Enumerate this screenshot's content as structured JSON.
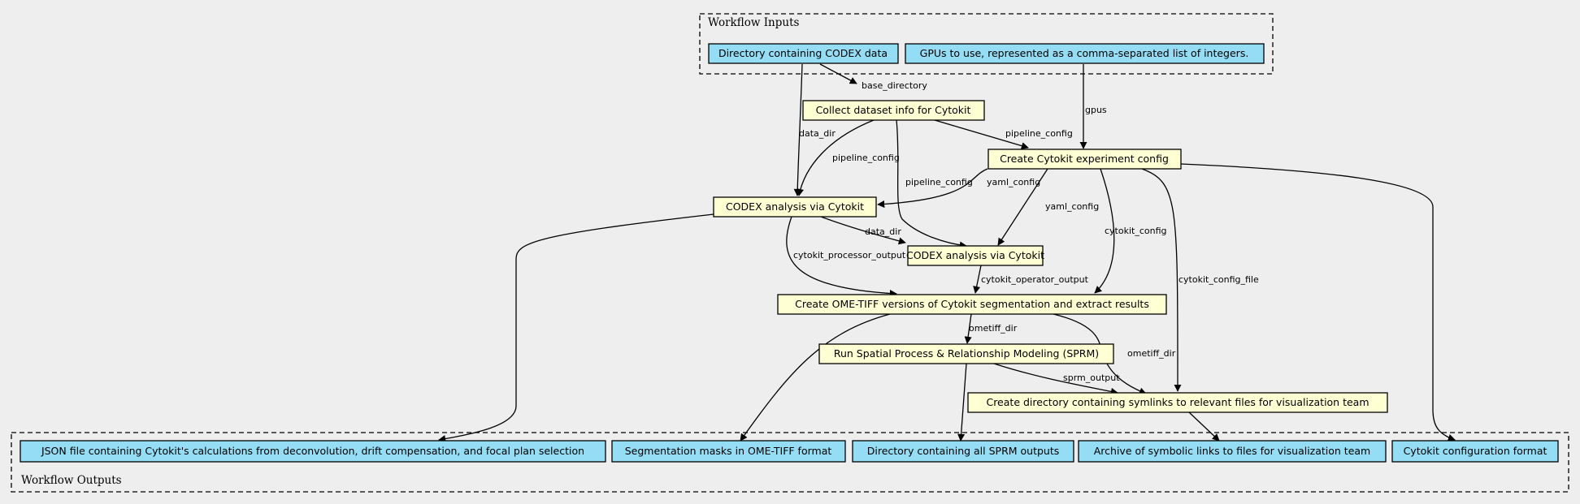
{
  "clusters": {
    "inputs": {
      "label": "Workflow Inputs"
    },
    "outputs": {
      "label": "Workflow Outputs"
    }
  },
  "colors": {
    "io_fill": "#94ddf4",
    "step_fill": "#ffffd4",
    "background": "#eeeeee"
  },
  "inputs": [
    {
      "id": "in_data",
      "label": "Directory containing CODEX data"
    },
    {
      "id": "in_gpus",
      "label": "GPUs to use, represented as a comma-separated list of integers."
    }
  ],
  "steps": [
    {
      "id": "collect",
      "label": "Collect dataset info for Cytokit"
    },
    {
      "id": "create_config",
      "label": "Create Cytokit experiment config"
    },
    {
      "id": "codex1",
      "label": "CODEX analysis via Cytokit"
    },
    {
      "id": "codex2",
      "label": "CODEX analysis via Cytokit"
    },
    {
      "id": "ometiff",
      "label": "Create OME-TIFF versions of Cytokit segmentation and extract results"
    },
    {
      "id": "sprm",
      "label": "Run Spatial Process & Relationship Modeling (SPRM)"
    },
    {
      "id": "symlinks",
      "label": "Create directory containing symlinks to relevant files for visualization team"
    }
  ],
  "outputs": [
    {
      "id": "out_json",
      "label": "JSON file containing Cytokit's calculations from deconvolution, drift compensation, and focal plan selection"
    },
    {
      "id": "out_masks",
      "label": "Segmentation masks in OME-TIFF format"
    },
    {
      "id": "out_sprm",
      "label": "Directory containing all SPRM outputs"
    },
    {
      "id": "out_archive",
      "label": "Archive of symbolic links to files for visualization team"
    },
    {
      "id": "out_config",
      "label": "Cytokit configuration format"
    }
  ],
  "edges": [
    {
      "from": "in_data",
      "to": "collect",
      "label": "base_directory"
    },
    {
      "from": "in_data",
      "to": "codex1",
      "label": "data_dir"
    },
    {
      "from": "in_gpus",
      "to": "create_config",
      "label": "gpus"
    },
    {
      "from": "collect",
      "to": "create_config",
      "label": "pipeline_config"
    },
    {
      "from": "collect",
      "to": "codex1",
      "label": "pipeline_config"
    },
    {
      "from": "collect",
      "to": "codex2",
      "label": "pipeline_config"
    },
    {
      "from": "create_config",
      "to": "codex1",
      "label": "yaml_config"
    },
    {
      "from": "create_config",
      "to": "codex2",
      "label": "yaml_config"
    },
    {
      "from": "create_config",
      "to": "ometiff",
      "label": "cytokit_config"
    },
    {
      "from": "create_config",
      "to": "symlinks",
      "label": "cytokit_config_file"
    },
    {
      "from": "create_config",
      "to": "out_config",
      "label": ""
    },
    {
      "from": "codex1",
      "to": "codex2",
      "label": "data_dir"
    },
    {
      "from": "codex1",
      "to": "ometiff",
      "label": "cytokit_processor_output"
    },
    {
      "from": "codex1",
      "to": "out_json",
      "label": ""
    },
    {
      "from": "codex2",
      "to": "ometiff",
      "label": "cytokit_operator_output"
    },
    {
      "from": "ometiff",
      "to": "sprm",
      "label": "ometiff_dir"
    },
    {
      "from": "ometiff",
      "to": "symlinks",
      "label": "ometiff_dir"
    },
    {
      "from": "ometiff",
      "to": "out_masks",
      "label": ""
    },
    {
      "from": "sprm",
      "to": "symlinks",
      "label": "sprm_output"
    },
    {
      "from": "sprm",
      "to": "out_sprm",
      "label": ""
    },
    {
      "from": "symlinks",
      "to": "out_archive",
      "label": ""
    }
  ]
}
